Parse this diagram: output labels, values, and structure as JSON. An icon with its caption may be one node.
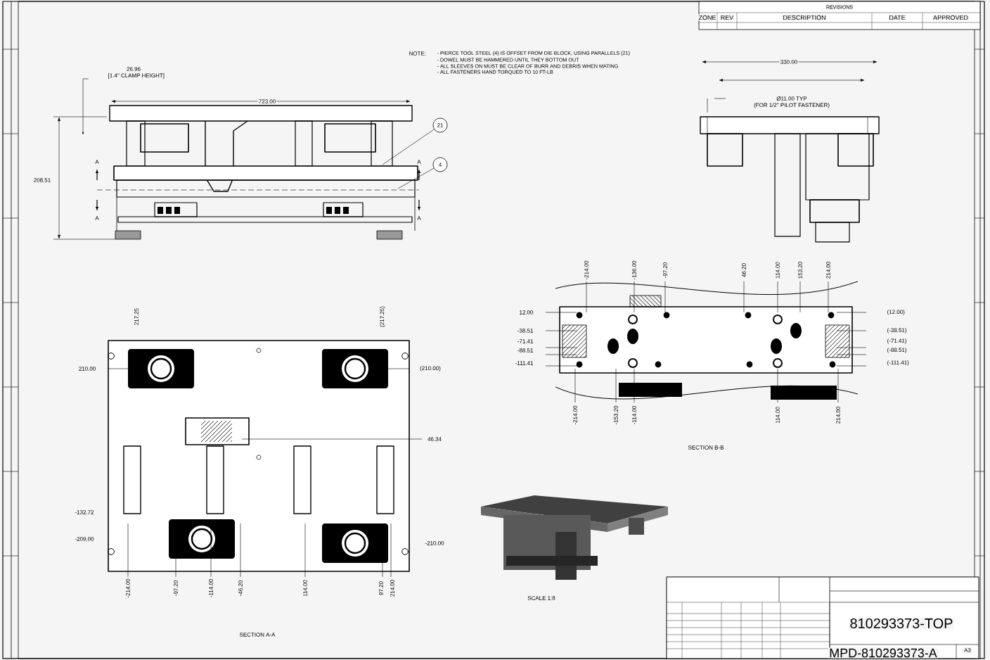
{
  "diagram": {
    "nodes": [
      {
        "text": [
          "21"
        ]
      },
      {
        "text": [
          "4"
        ]
      }
    ],
    "edges": [
      {
        "from": 0,
        "to": null,
        "arrow": "none"
      },
      {
        "from": 1,
        "to": null,
        "arrow": "none"
      }
    ],
    "labels": [
      "26.96",
      "[1.4\" CLAMP HEIGHT]",
      "723.00",
      "208.51",
      "A",
      "A",
      "A",
      "A",
      "NOTE:",
      "- PIERCE TOOL STEEL (4) IS OFFSET FROM DIE BLOCK, USING PARALLELS (21)",
      "- DOWEL MUST BE HAMMERED UNTIL THEY BOTTOM OUT",
      "- ALL SLEEVES ON MUST BE CLEAR OF BURR AND DEBRIS WHEN MATING",
      "- ALL FASTENERS HAND TORQUED TO 10 FT-LB",
      "330.00",
      "Ø11.00 TYP",
      "(FOR 1/2\" PILOT FASTENER)",
      "217.25",
      "(217.25)",
      "210.00",
      "(210.00)",
      "46.34",
      "-132.72",
      "-209.00",
      "-210.00",
      "-214.00",
      "-97.20",
      "-114.00",
      "-46.20",
      "114.00",
      "97.20",
      "214.00",
      "SECTION A-A",
      "-214.00",
      "-136.00",
      "-97.20",
      "46.20",
      "114.00",
      "153.20",
      "214.00",
      "12.00",
      "-38.51",
      "-71.41",
      "-88.51",
      "-111.41",
      "(12.00)",
      "(-38.51)",
      "(-71.41)",
      "(-88.51)",
      "(-111.41)",
      "-214.00",
      "-153.20",
      "-114.00",
      "114.00",
      "214.00",
      "SECTION B-B",
      "SCALE 1:8",
      "810293373-TOP",
      "MPD-810293373-A",
      "A3",
      "REVISIONS",
      "ZONE",
      "REV",
      "DESCRIPTION",
      "DATE",
      "APPROVED"
    ]
  }
}
